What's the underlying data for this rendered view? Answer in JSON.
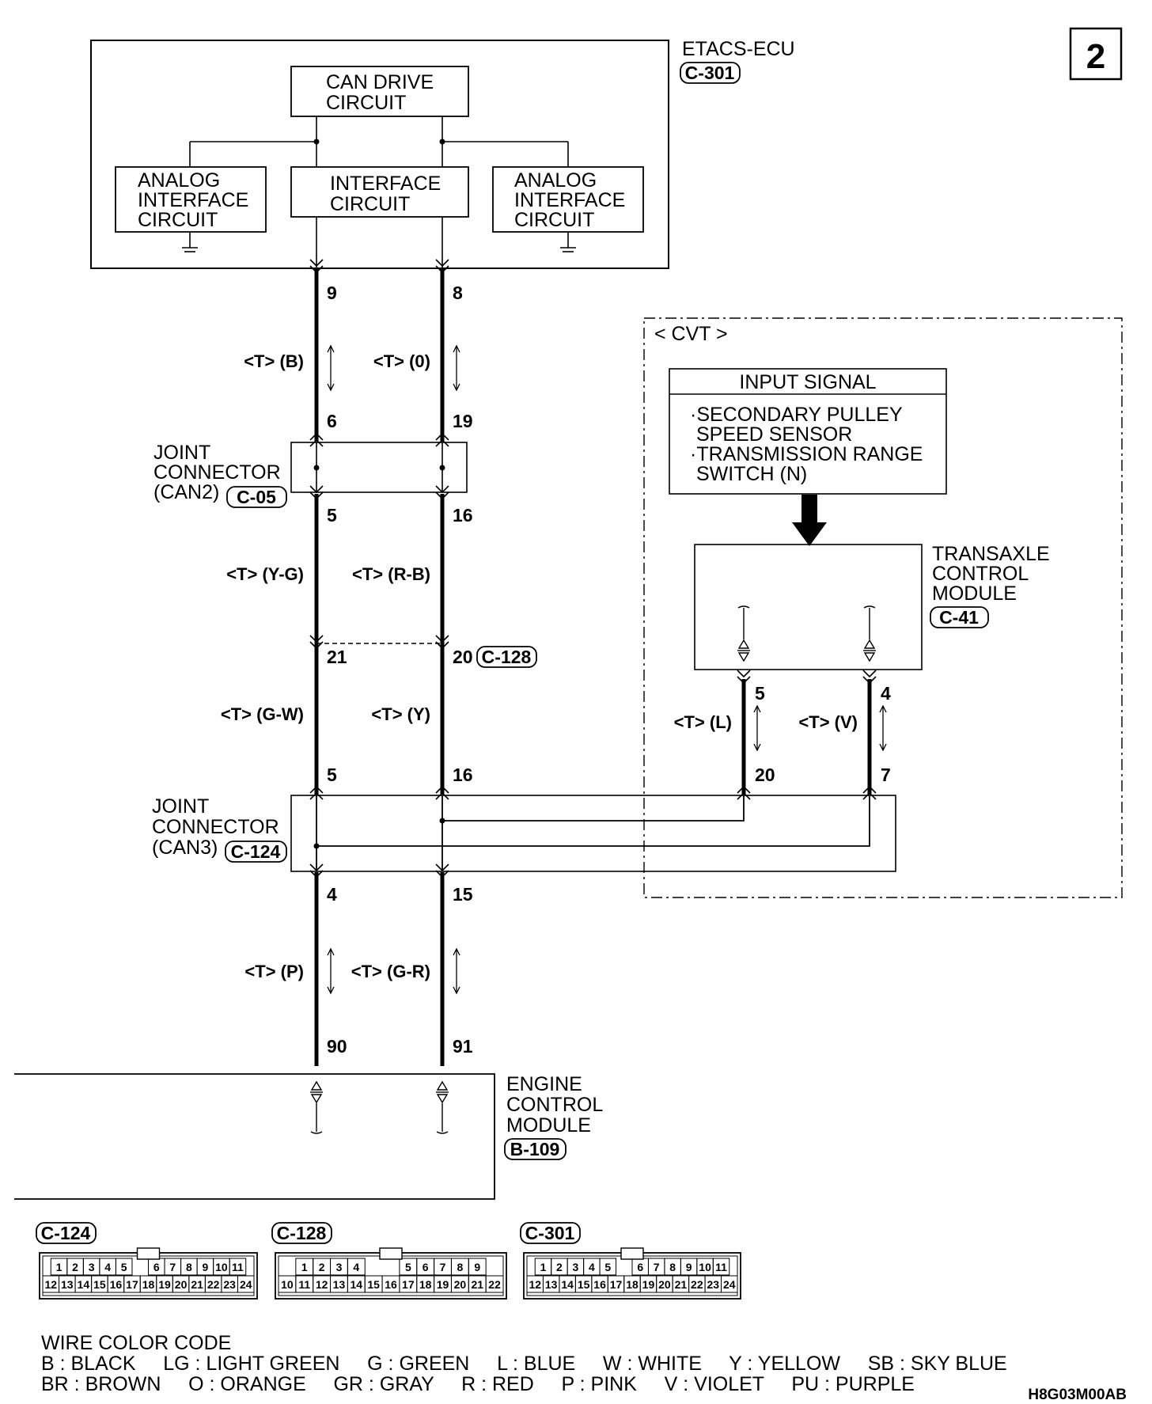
{
  "page_number": "2",
  "etacs": {
    "title": "ETACS-ECU",
    "connector": "C-301",
    "can_drive": [
      "CAN DRIVE",
      "CIRCUIT"
    ],
    "interface": [
      "INTERFACE",
      "CIRCUIT"
    ],
    "analog_left": [
      "ANALOG",
      "INTERFACE",
      "CIRCUIT"
    ],
    "analog_right": [
      "ANALOG",
      "INTERFACE",
      "CIRCUIT"
    ]
  },
  "pins": {
    "etacs_left": "9",
    "etacs_right": "8",
    "can2_in_left": "6",
    "can2_in_right": "19",
    "can2_out_left": "5",
    "can2_out_right": "16",
    "c128_left": "21",
    "c128_right": "20",
    "can3_in_left": "5",
    "can3_in_right": "16",
    "can3_out_left": "4",
    "can3_out_right": "15",
    "ecm_left": "90",
    "ecm_right": "91",
    "tcm_left": "5",
    "tcm_right": "4",
    "tcm_join_left": "20",
    "tcm_join_right": "7"
  },
  "wires": {
    "w1_left": "<T> (B)",
    "w1_right": "<T> (0)",
    "w2_left": "<T> (Y-G)",
    "w2_right": "<T> (R-B)",
    "w3_left": "<T> (G-W)",
    "w3_right": "<T> (Y)",
    "w4_left": "<T> (P)",
    "w4_right": "<T> (G-R)",
    "tcm_left": "<T> (L)",
    "tcm_right": "<T> (V)"
  },
  "joint_can2": {
    "lines": [
      "JOINT",
      "CONNECTOR",
      "(CAN2)"
    ],
    "connector": "C-05"
  },
  "joint_can3": {
    "lines": [
      "JOINT",
      "CONNECTOR",
      "(CAN3)"
    ],
    "connector": "C-124"
  },
  "c128_ref": "C-128",
  "cvt": {
    "label": "< CVT >",
    "input_title": "INPUT SIGNAL",
    "input_lines": [
      "·SECONDARY PULLEY",
      "SPEED SENSOR",
      "·TRANSMISSION RANGE",
      "SWITCH (N)"
    ],
    "tcm_lines": [
      "TRANSAXLE",
      "CONTROL",
      "MODULE"
    ],
    "tcm_connector": "C-41"
  },
  "ecm": {
    "lines": [
      "ENGINE",
      "CONTROL",
      "MODULE"
    ],
    "connector": "B-109"
  },
  "connector_views": [
    {
      "name": "C-124",
      "row1": [
        "1",
        "2",
        "3",
        "4",
        "5",
        "6",
        "7",
        "8",
        "9",
        "10",
        "11"
      ],
      "row2": [
        "12",
        "13",
        "14",
        "15",
        "16",
        "17",
        "18",
        "19",
        "20",
        "21",
        "22",
        "23",
        "24"
      ]
    },
    {
      "name": "C-128",
      "row1": [
        "1",
        "2",
        "3",
        "4",
        "5",
        "6",
        "7",
        "8",
        "9"
      ],
      "row2": [
        "10",
        "11",
        "12",
        "13",
        "14",
        "15",
        "16",
        "17",
        "18",
        "19",
        "20",
        "21",
        "22"
      ]
    },
    {
      "name": "C-301",
      "row1": [
        "1",
        "2",
        "3",
        "4",
        "5",
        "6",
        "7",
        "8",
        "9",
        "10",
        "11"
      ],
      "row2": [
        "12",
        "13",
        "14",
        "15",
        "16",
        "17",
        "18",
        "19",
        "20",
        "21",
        "22",
        "23",
        "24"
      ]
    }
  ],
  "wire_color_code": {
    "title": "WIRE COLOR CODE",
    "line1": "B : BLACK     LG : LIGHT GREEN     G : GREEN     L : BLUE     W : WHITE     Y : YELLOW     SB : SKY BLUE",
    "line2": "BR : BROWN     O : ORANGE     GR : GRAY     R : RED     P : PINK     V : VIOLET     PU : PURPLE"
  },
  "figure_code": "H8G03M00AB"
}
